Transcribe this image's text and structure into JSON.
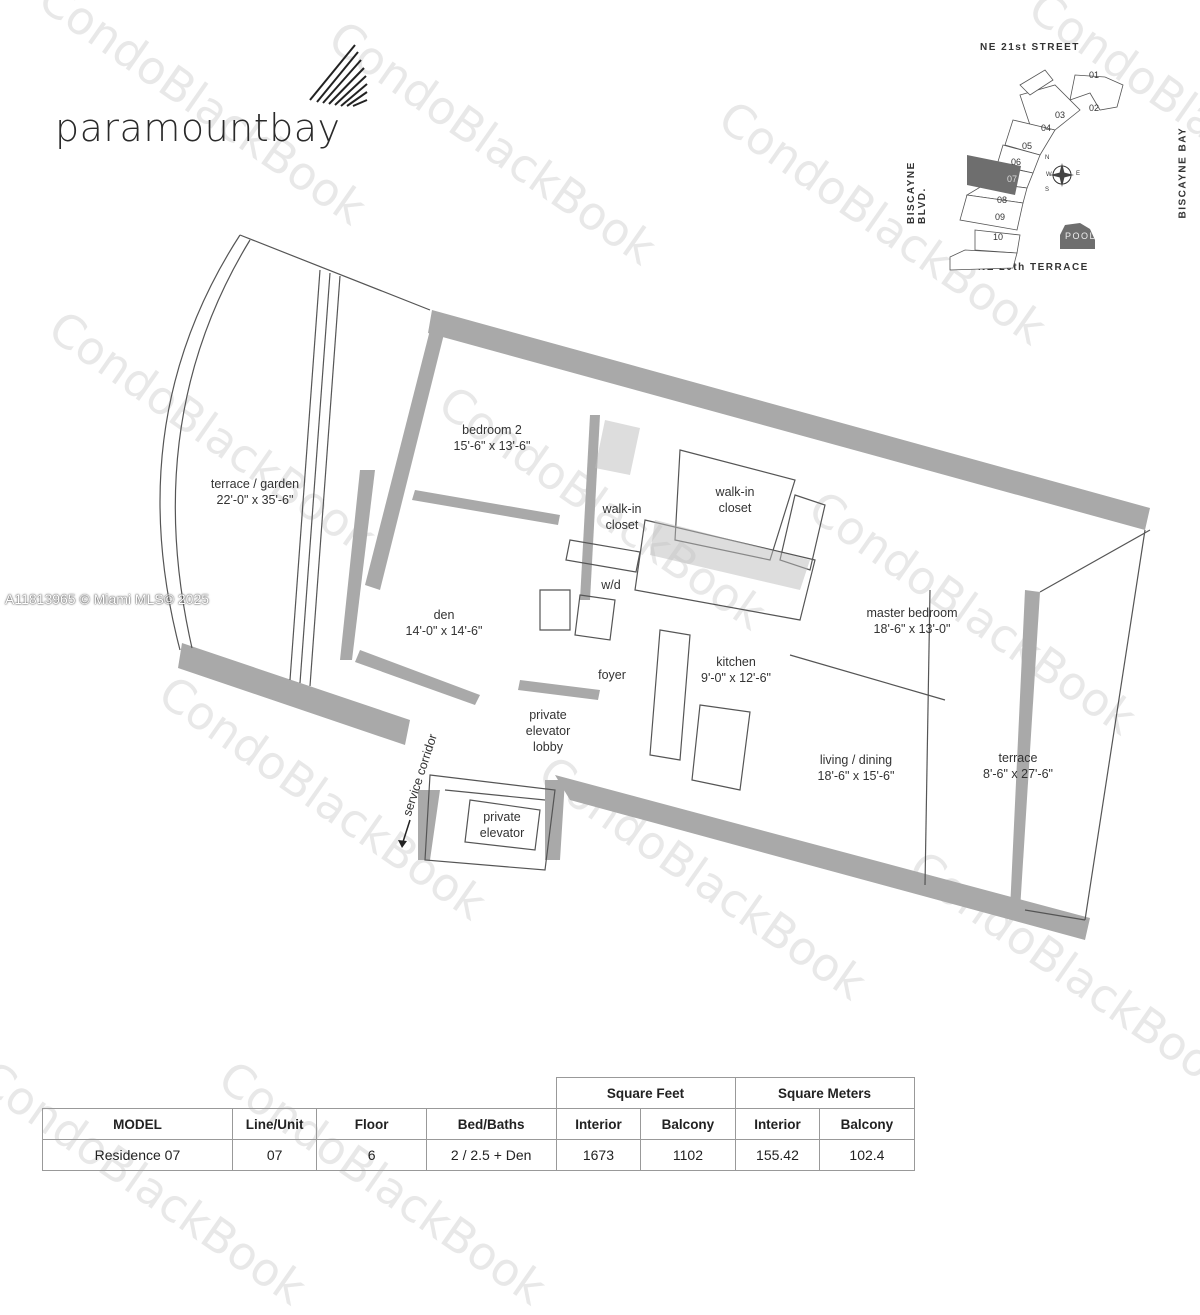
{
  "brand": {
    "name": "paramountbay"
  },
  "watermark": {
    "text": "CondoBlackBook",
    "mls": "A11813965 © Miami MLS© 2025"
  },
  "keymap": {
    "north_street": "NE 21st STREET",
    "south_street": "NE 20th TERRACE",
    "west_street": "BISCAYNE BLVD.",
    "east_water": "BISCAYNE BAY",
    "pool": "POOL",
    "compass": {
      "n": "N",
      "s": "S",
      "e": "E",
      "w": "W"
    },
    "units": [
      "01",
      "02",
      "03",
      "04",
      "05",
      "06",
      "07",
      "08",
      "09",
      "10"
    ],
    "highlighted_unit": "07",
    "highlight_color": "#6e6e6e"
  },
  "rooms": {
    "terrace_garden": {
      "name": "terrace / garden",
      "dims": "22'-0\" x 35'-6\""
    },
    "bedroom2": {
      "name": "bedroom 2",
      "dims": "15'-6\" x 13'-6\""
    },
    "walkin1": {
      "name": "walk-in",
      "name2": "closet"
    },
    "walkin2": {
      "name": "walk-in",
      "name2": "closet"
    },
    "wd": {
      "name": "w/d"
    },
    "den": {
      "name": "den",
      "dims": "14'-0\" x 14'-6\""
    },
    "master": {
      "name": "master bedroom",
      "dims": "18'-6\" x 13'-0\""
    },
    "kitchen": {
      "name": "kitchen",
      "dims": "9'-0\" x 12'-6\""
    },
    "foyer": {
      "name": "foyer"
    },
    "lobby": {
      "l1": "private",
      "l2": "elevator",
      "l3": "lobby"
    },
    "living": {
      "name": "living / dining",
      "dims": "18'-6\" x 15'-6\""
    },
    "terrace": {
      "name": "terrace",
      "dims": "8'-6\" x 27'-6\""
    },
    "elevator": {
      "l1": "private",
      "l2": "elevator"
    },
    "service": {
      "name": "service corridor"
    }
  },
  "table": {
    "group_headers": {
      "sqft": "Square Feet",
      "sqm": "Square Meters"
    },
    "headers": [
      "MODEL",
      "Line/Unit",
      "Floor",
      "Bed/Baths",
      "Interior",
      "Balcony",
      "Interior",
      "Balcony"
    ],
    "row": [
      "Residence 07",
      "07",
      "6",
      "2 / 2.5 + Den",
      "1673",
      "1102",
      "155.42",
      "102.4"
    ]
  }
}
